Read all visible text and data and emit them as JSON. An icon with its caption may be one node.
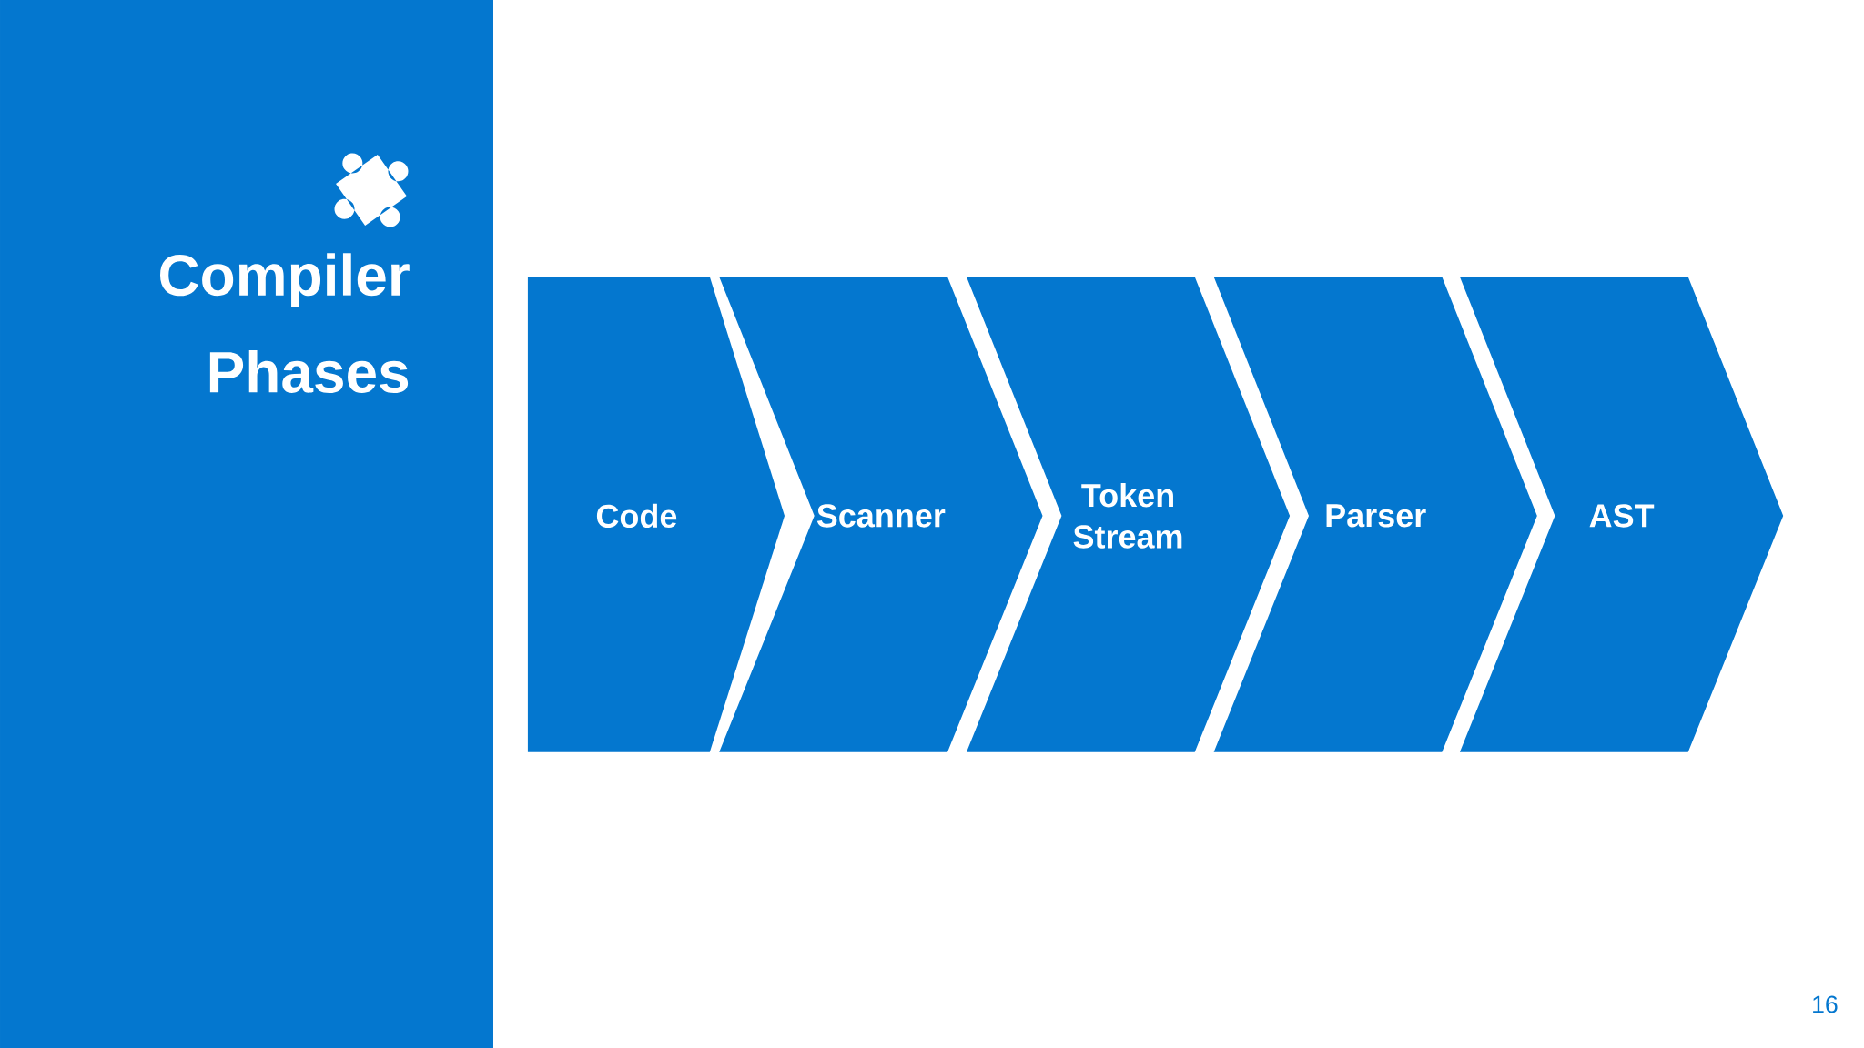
{
  "diagram": {
    "title": "Compiler Phases",
    "nodes": [
      {
        "text": [
          "Code"
        ]
      },
      {
        "text": [
          "Scanner"
        ]
      },
      {
        "text": [
          "Token Stream"
        ]
      },
      {
        "text": [
          "Parser"
        ]
      },
      {
        "text": [
          "AST"
        ]
      }
    ],
    "labels": [
      "16"
    ]
  }
}
